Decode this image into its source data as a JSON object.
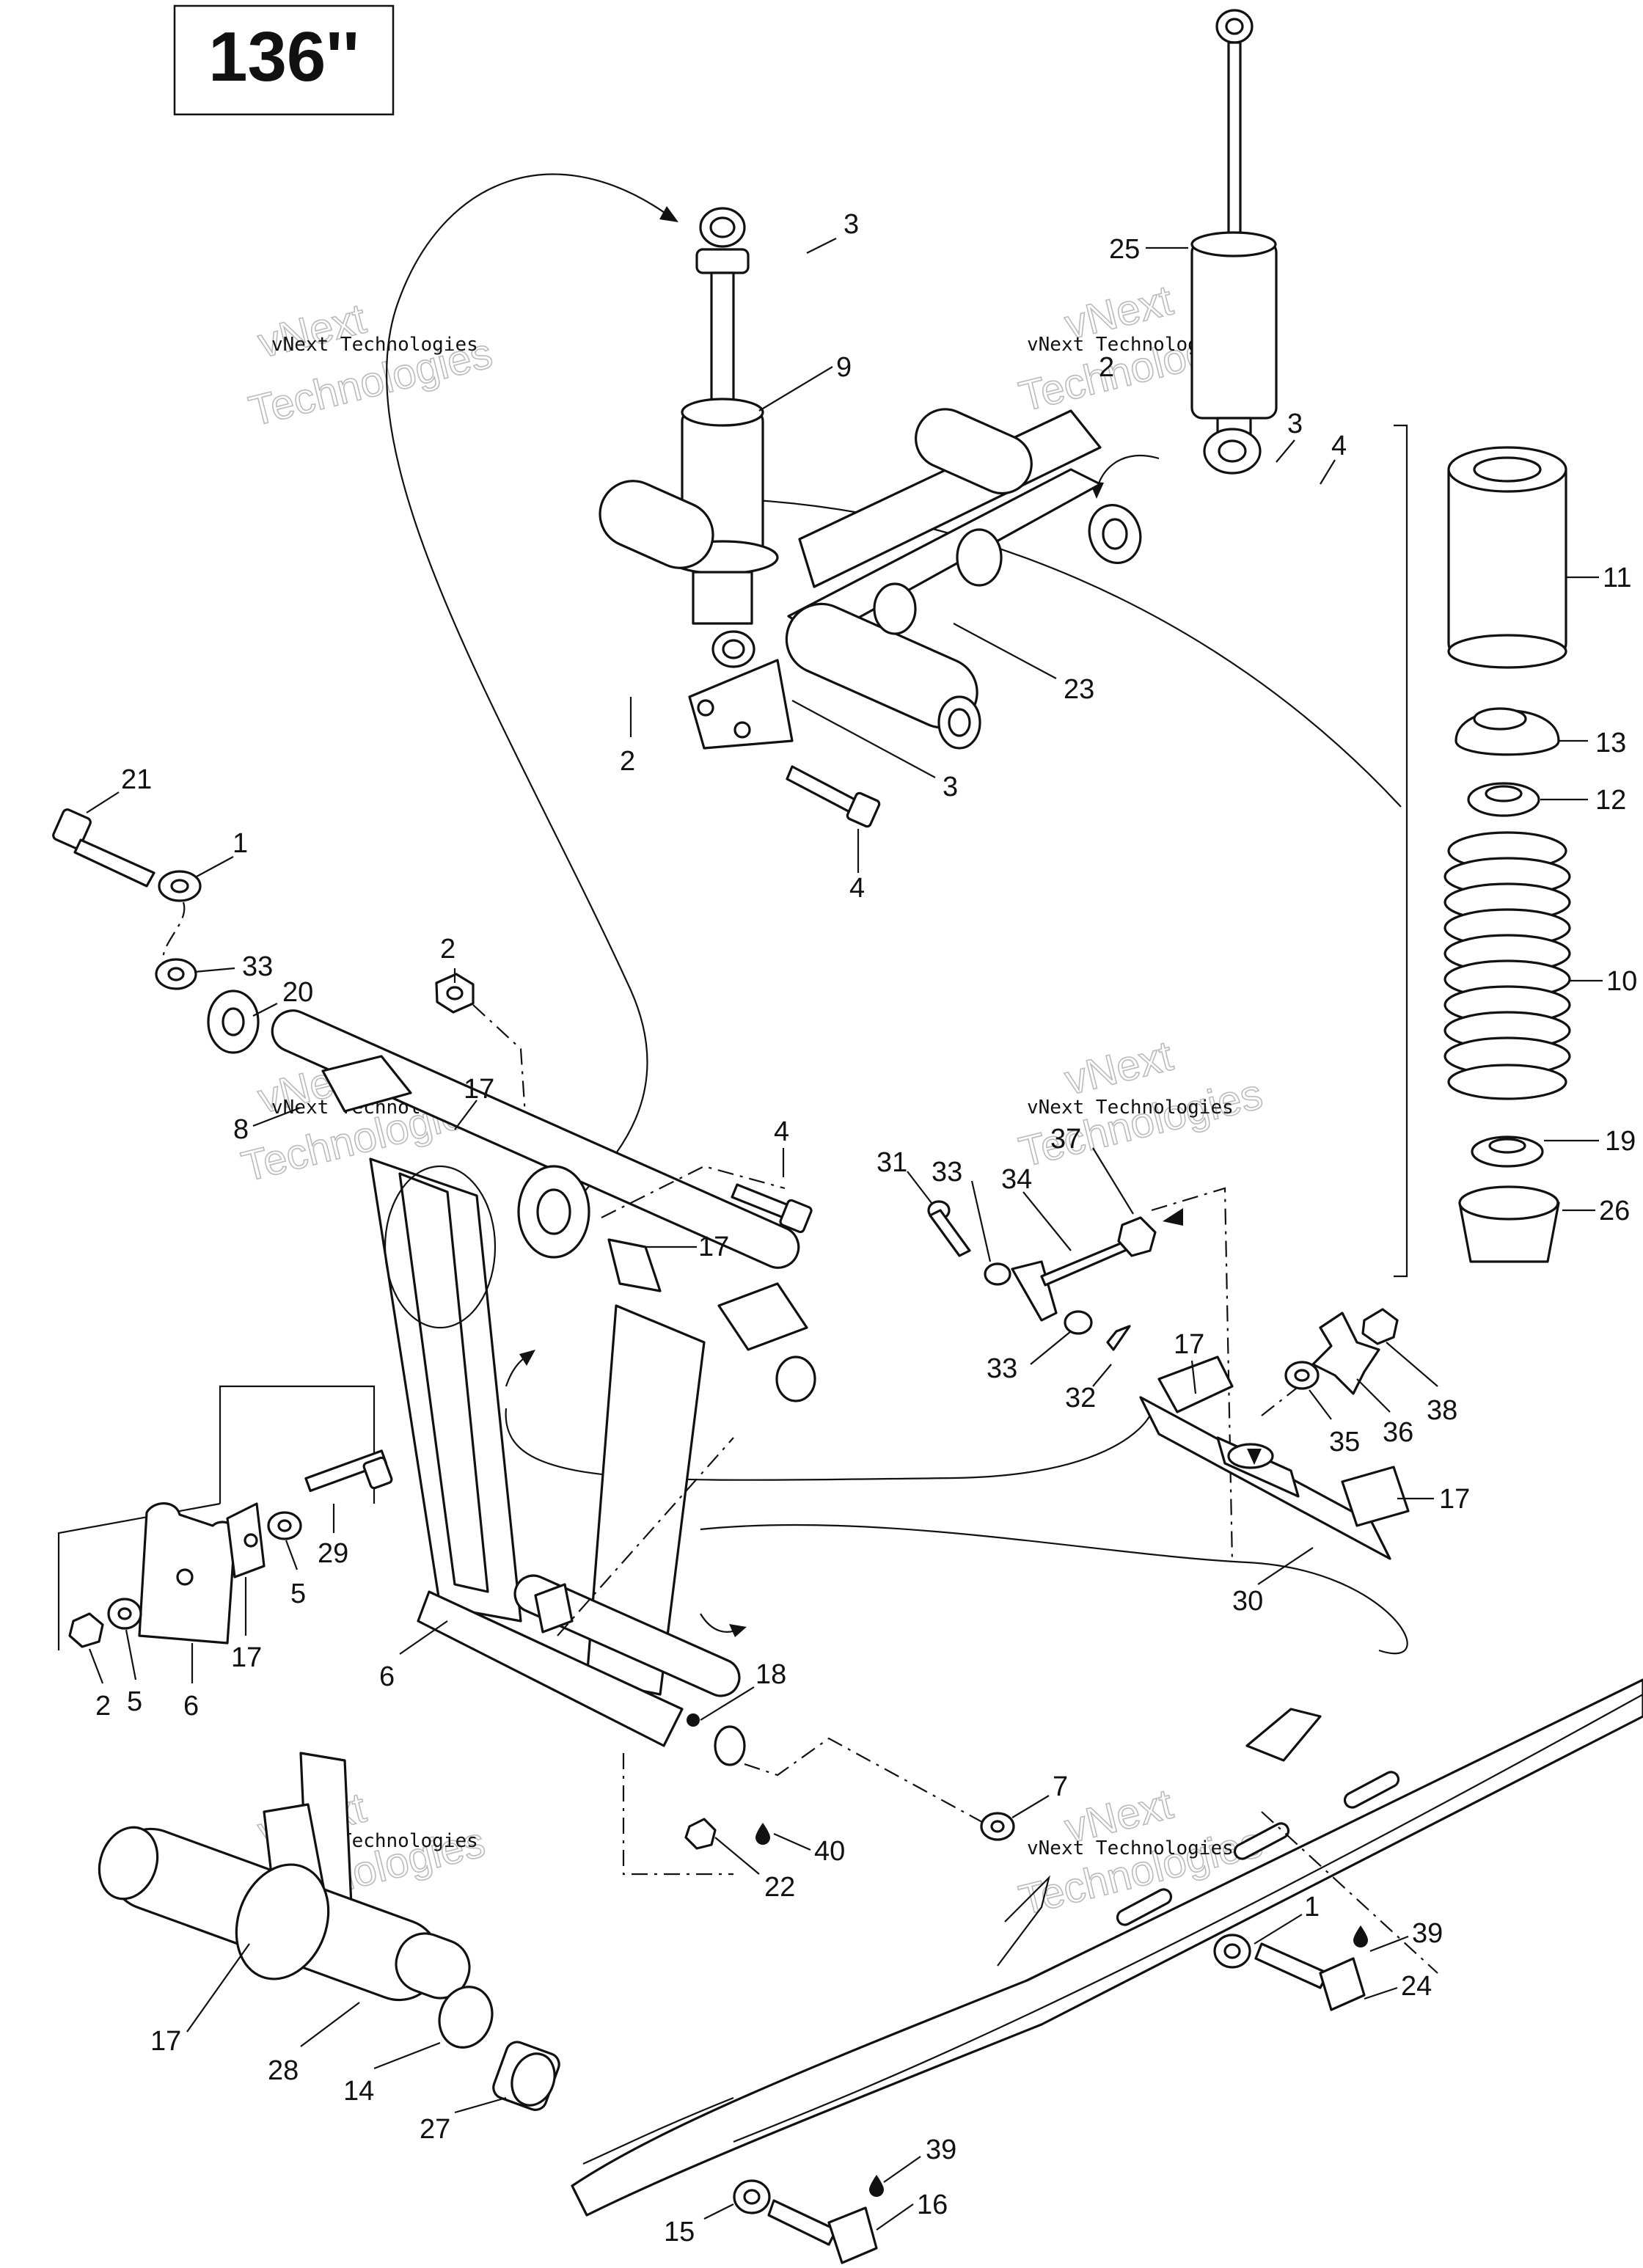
{
  "title": "136''",
  "watermark": {
    "line1": "vNext",
    "line2": "Technologies",
    "full": "vNext Technologies"
  },
  "callouts": [
    {
      "id": "c3a",
      "text": "3"
    },
    {
      "id": "c25",
      "text": "25"
    },
    {
      "id": "c2a",
      "text": "2"
    },
    {
      "id": "c9",
      "text": "9"
    },
    {
      "id": "c3b",
      "text": "3"
    },
    {
      "id": "c4a",
      "text": "4"
    },
    {
      "id": "c11",
      "text": "11"
    },
    {
      "id": "c23",
      "text": "23"
    },
    {
      "id": "c13",
      "text": "13"
    },
    {
      "id": "c2b",
      "text": "2"
    },
    {
      "id": "c3c",
      "text": "3"
    },
    {
      "id": "c12",
      "text": "12"
    },
    {
      "id": "c21",
      "text": "21"
    },
    {
      "id": "c1a",
      "text": "1"
    },
    {
      "id": "c4b",
      "text": "4"
    },
    {
      "id": "c10",
      "text": "10"
    },
    {
      "id": "c2c",
      "text": "2"
    },
    {
      "id": "c33a",
      "text": "33"
    },
    {
      "id": "c20",
      "text": "20"
    },
    {
      "id": "c17a",
      "text": "17"
    },
    {
      "id": "c8",
      "text": "8"
    },
    {
      "id": "c4c",
      "text": "4"
    },
    {
      "id": "c37",
      "text": "37"
    },
    {
      "id": "c19",
      "text": "19"
    },
    {
      "id": "c31",
      "text": "31"
    },
    {
      "id": "c33b",
      "text": "33"
    },
    {
      "id": "c34",
      "text": "34"
    },
    {
      "id": "c26",
      "text": "26"
    },
    {
      "id": "c17b",
      "text": "17"
    },
    {
      "id": "c33c",
      "text": "33"
    },
    {
      "id": "c17c",
      "text": "17"
    },
    {
      "id": "c32",
      "text": "32"
    },
    {
      "id": "c38",
      "text": "38"
    },
    {
      "id": "c35",
      "text": "35"
    },
    {
      "id": "c36",
      "text": "36"
    },
    {
      "id": "c29",
      "text": "29"
    },
    {
      "id": "c17d",
      "text": "17"
    },
    {
      "id": "c5a",
      "text": "5"
    },
    {
      "id": "c17e",
      "text": "17"
    },
    {
      "id": "c30",
      "text": "30"
    },
    {
      "id": "c6a",
      "text": "6"
    },
    {
      "id": "c2d",
      "text": "2"
    },
    {
      "id": "c5b",
      "text": "5"
    },
    {
      "id": "c6b",
      "text": "6"
    },
    {
      "id": "c18",
      "text": "18"
    },
    {
      "id": "c7",
      "text": "7"
    },
    {
      "id": "c40",
      "text": "40"
    },
    {
      "id": "c22",
      "text": "22"
    },
    {
      "id": "c1b",
      "text": "1"
    },
    {
      "id": "c39a",
      "text": "39"
    },
    {
      "id": "c24",
      "text": "24"
    },
    {
      "id": "c17f",
      "text": "17"
    },
    {
      "id": "c28",
      "text": "28"
    },
    {
      "id": "c14",
      "text": "14"
    },
    {
      "id": "c27",
      "text": "27"
    },
    {
      "id": "c39b",
      "text": "39"
    },
    {
      "id": "c16",
      "text": "16"
    },
    {
      "id": "c15",
      "text": "15"
    }
  ]
}
